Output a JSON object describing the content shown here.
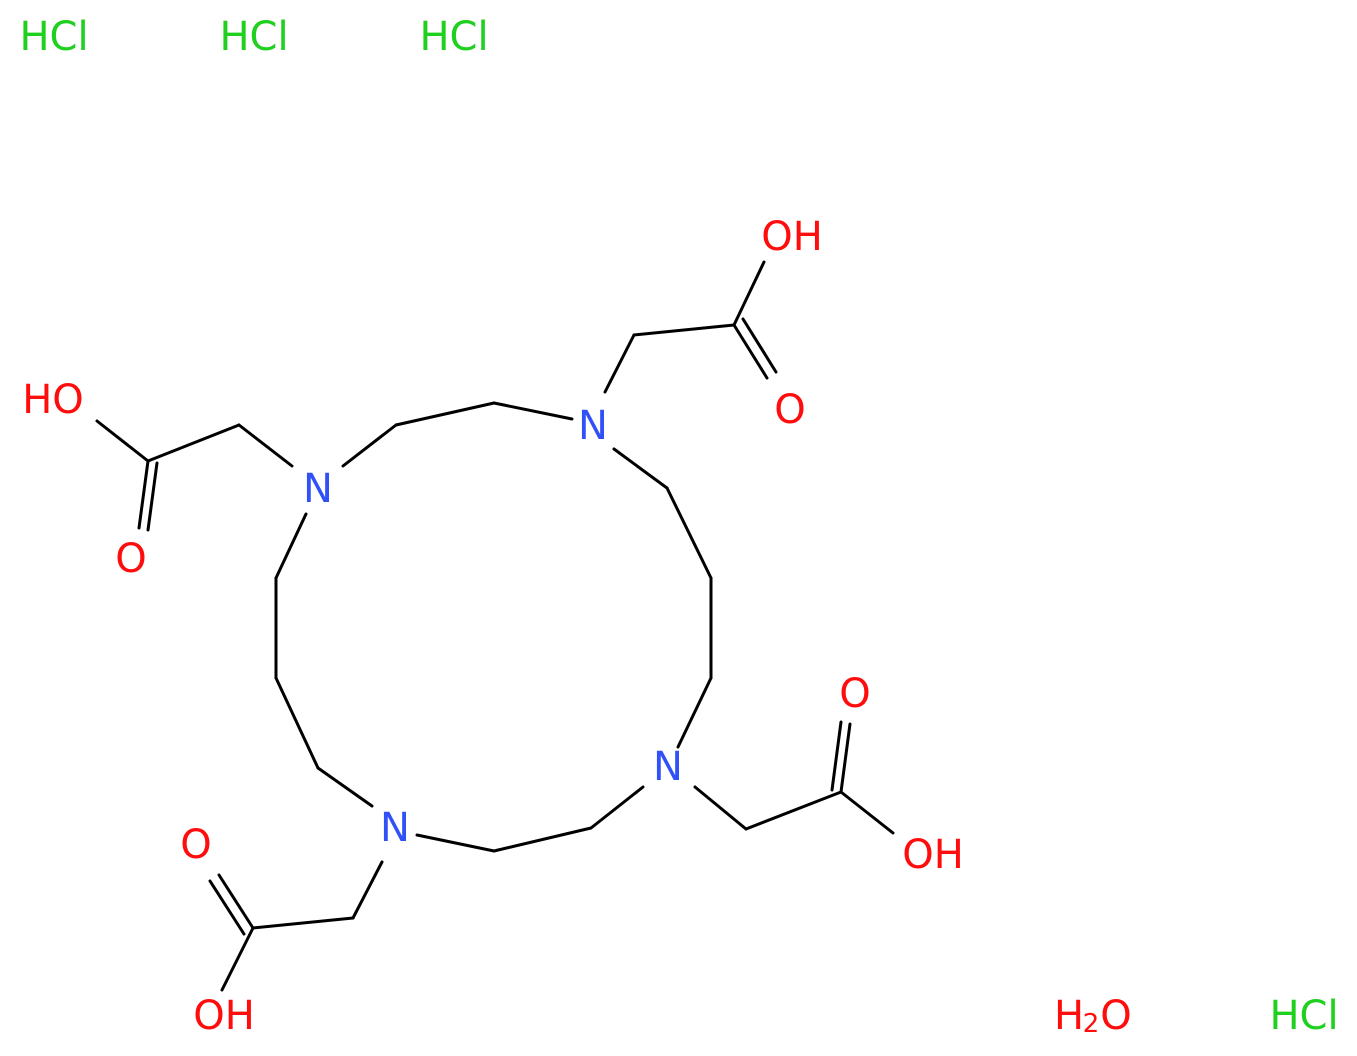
{
  "colors": {
    "background": "#ffffff",
    "bond": "#000000",
    "nitrogen": "#3050f8",
    "oxygen": "#ff0d0d",
    "chlorine": "#1fd01f"
  },
  "atoms": {
    "n_top": "N",
    "n_left": "N",
    "n_bottom": "N",
    "n_right": "N",
    "oh_top": "OH",
    "o_top": "O",
    "ho_left": "HO",
    "o_left": "O",
    "o_bottom": "O",
    "oh_bottom": "OH",
    "o_right": "O",
    "oh_right": "OH"
  },
  "counterions": {
    "hcl_1": "HCl",
    "hcl_2": "HCl",
    "hcl_3": "HCl",
    "hcl_4": "HCl",
    "water_h": "H",
    "water_sub": "2",
    "water_o": "O"
  }
}
